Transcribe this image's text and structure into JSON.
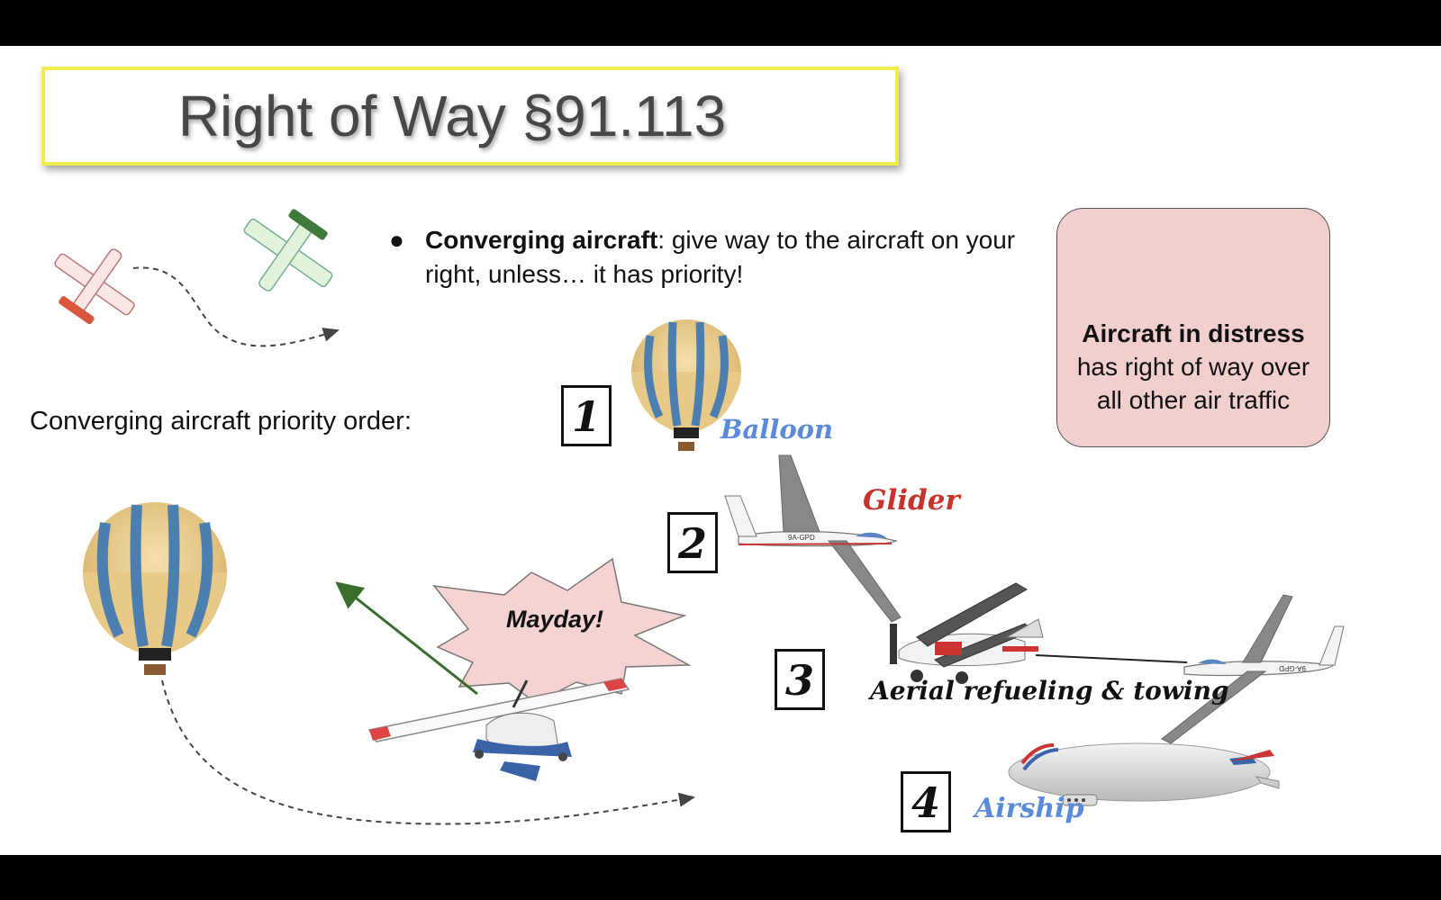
{
  "slide": {
    "title": "Right of Way §91.113",
    "bullet": {
      "bold": "Converging aircraft",
      "rest": ": give way to the aircraft on your right, unless… it has priority!"
    },
    "distress": {
      "line1": "Aircraft in distress",
      "line2": "has right of way over",
      "line3": "all other air traffic"
    },
    "priority_label": "Converging aircraft priority order:",
    "priority_items": [
      {
        "number": "1",
        "label": "Balloon"
      },
      {
        "number": "2",
        "label": "Glider"
      },
      {
        "number": "3",
        "label": "Aerial refueling & towing"
      },
      {
        "number": "4",
        "label": "Airship"
      }
    ],
    "mayday": "Mayday!",
    "glider_registration": "9A-GPD",
    "towed_glider_registration": "9A-GPD"
  },
  "colors": {
    "title_border": "#f0ec50",
    "distress_bg": "#f2cfcf",
    "warning_red": "#e03a2e",
    "balloon_label": "#5a8ad8",
    "glider_label": "#c7322a",
    "mayday_burst": "#f5d3d3",
    "arrow_green": "#3a6e2c"
  },
  "icons": [
    "warning-triangle-icon",
    "balloon-icon",
    "glider-icon",
    "tow-plane-icon",
    "airship-icon",
    "cessna-icon"
  ]
}
